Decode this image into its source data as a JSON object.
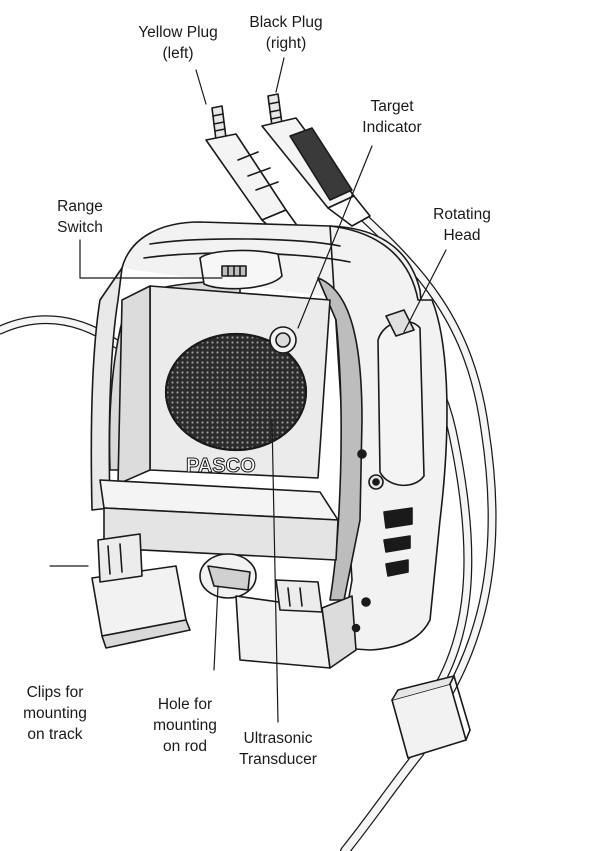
{
  "labels": {
    "yellow_plug": [
      "Yellow Plug",
      "(left)"
    ],
    "black_plug": [
      "Black Plug",
      "(right)"
    ],
    "target_indicator": [
      "Target",
      "Indicator"
    ],
    "range_switch": [
      "Range",
      "Switch"
    ],
    "rotating_head": [
      "Rotating",
      "Head"
    ],
    "clips": [
      "Clips for",
      "mounting",
      "on track"
    ],
    "hole": [
      "Hole for",
      "mounting",
      "on rod"
    ],
    "transducer": [
      "Ultrasonic",
      "Transducer"
    ]
  },
  "logo_text": "PASCO",
  "colors": {
    "line": "#1a1a1a",
    "body": "#f2f2f2",
    "shade": "#d9d9d9",
    "dark_shade": "#bdbdbd",
    "grille": "#2b2b2b",
    "black_plug": "#3a3a3a"
  }
}
